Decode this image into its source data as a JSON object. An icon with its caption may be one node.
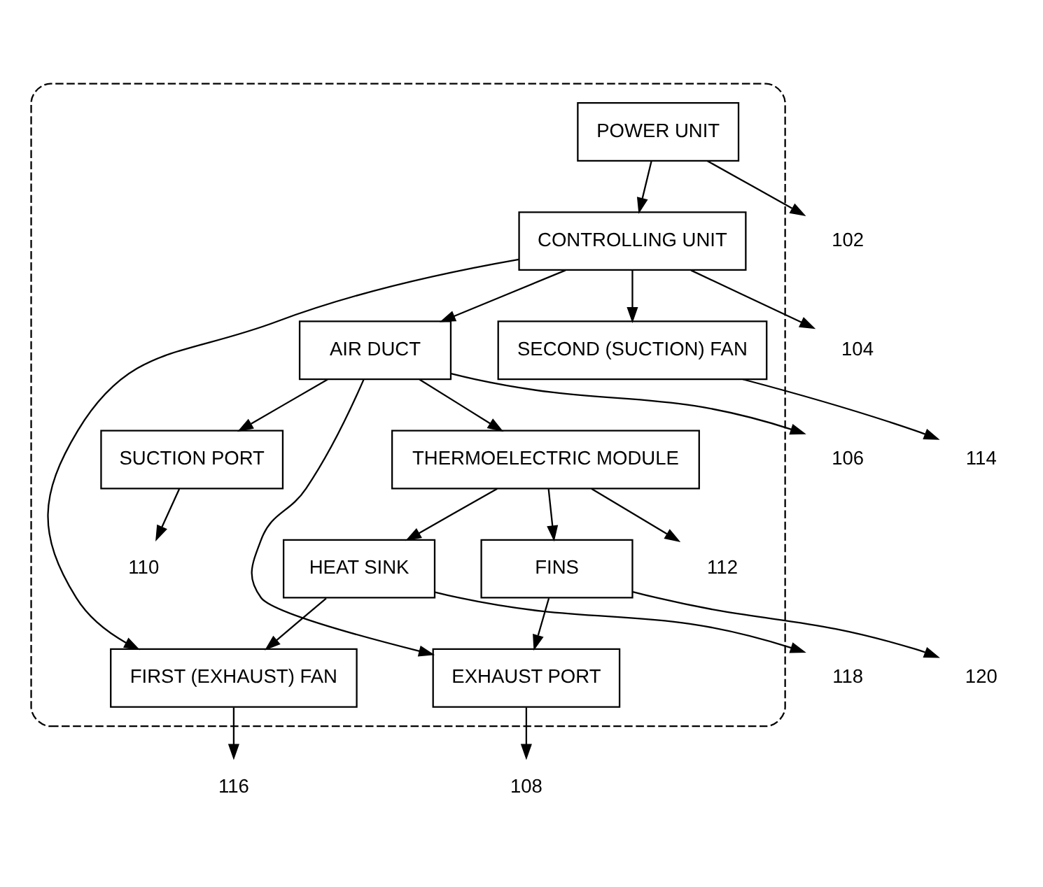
{
  "diagram": {
    "nodes": [
      {
        "text": [],
        "shape": "box"
      },
      {
        "text": [
          "POWER UNIT"
        ],
        "in": 0
      },
      {
        "text": [
          "102"
        ]
      },
      {
        "text": [
          "CONTROLLING UNIT"
        ],
        "in": 0
      },
      {
        "text": [
          "104"
        ]
      },
      {
        "text": [
          "106"
        ]
      },
      {
        "text": [
          "110"
        ],
        "in": 0
      },
      {
        "text": [
          "SUCTION PORT"
        ],
        "in": 0
      },
      {
        "text": [
          "AIR DUCT"
        ],
        "in": 0
      },
      {
        "text": [
          "EXHAUST PORT"
        ],
        "in": 0
      },
      {
        "text": [
          "108"
        ]
      },
      {
        "text": [
          "SECOND (SUCTION) FAN"
        ],
        "in": 0
      },
      {
        "text": [
          "THERMOELECTRIC MODULE"
        ],
        "in": 0
      },
      {
        "text": [
          "116"
        ]
      },
      {
        "text": [
          "FIRST (EXHAUST) FAN"
        ],
        "in": 0
      },
      {
        "text": [
          "118"
        ]
      },
      {
        "text": [
          "112"
        ],
        "in": 0
      },
      {
        "text": [
          "FINS"
        ],
        "in": 0
      },
      {
        "text": [
          "HEAT SINK"
        ],
        "in": 0
      },
      {
        "text": [
          "114"
        ]
      },
      {
        "text": [
          "120"
        ]
      }
    ],
    "edges": [
      {
        "from": 1,
        "to": 2,
        "arrow": "to"
      },
      {
        "from": 1,
        "to": 3,
        "arrow": "to"
      },
      {
        "from": 3,
        "to": 4,
        "arrow": "to"
      },
      {
        "from": 3,
        "to": 8,
        "arrow": "to"
      },
      {
        "from": 8,
        "to": 5,
        "arrow": "to"
      },
      {
        "from": 7,
        "to": 6,
        "arrow": "to"
      },
      {
        "from": 8,
        "to": 7,
        "arrow": "to"
      },
      {
        "from": 8,
        "to": 9,
        "arrow": "to"
      },
      {
        "from": 3,
        "to": 11,
        "arrow": "to"
      },
      {
        "from": 3,
        "to": 14,
        "arrow": "to"
      },
      {
        "from": 9,
        "to": 10,
        "arrow": "to"
      },
      {
        "from": 8,
        "to": 12,
        "arrow": "to"
      },
      {
        "from": 14,
        "to": 13,
        "arrow": "to"
      },
      {
        "from": 18,
        "to": 14,
        "arrow": "to"
      },
      {
        "from": 18,
        "to": 15,
        "arrow": "to"
      },
      {
        "from": 12,
        "to": 16,
        "arrow": "to"
      },
      {
        "from": 12,
        "to": 17,
        "arrow": "to"
      },
      {
        "from": 12,
        "to": 18,
        "arrow": "to"
      },
      {
        "from": 17,
        "to": 9,
        "arrow": "to"
      },
      {
        "from": 11,
        "to": 19,
        "arrow": "to"
      },
      {
        "from": 17,
        "to": 20,
        "arrow": "to"
      }
    ]
  }
}
